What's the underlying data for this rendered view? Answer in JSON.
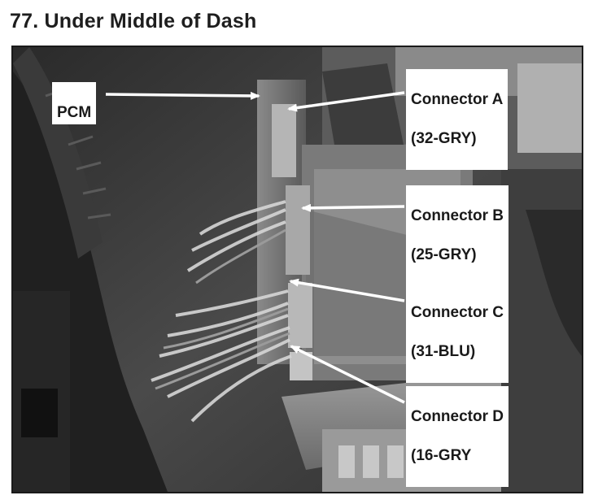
{
  "page": {
    "title": "77. Under Middle of Dash"
  },
  "callouts": [
    {
      "id": "pcm",
      "text": "PCM"
    },
    {
      "id": "connector-a",
      "line1": "Connector A",
      "line2": "(32-GRY)"
    },
    {
      "id": "connector-b",
      "line1": "Connector B",
      "line2": "(25-GRY)"
    },
    {
      "id": "connector-c",
      "line1": "Connector C",
      "line2": "(31-BLU)"
    },
    {
      "id": "connector-d",
      "line1": "Connector D",
      "line2": "(16-GRY"
    }
  ],
  "colors": {
    "title": "#1e1e1e",
    "label_bg": "#ffffff",
    "label_text": "#1a1a1a",
    "leader": "#ffffff"
  }
}
